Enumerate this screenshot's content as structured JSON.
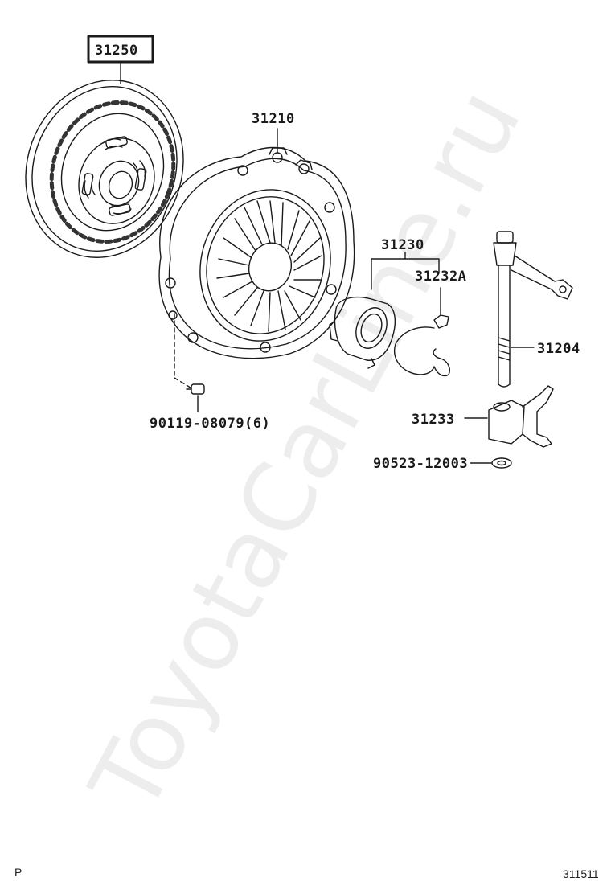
{
  "parts": {
    "clutch_disc": "31250",
    "clutch_cover": "31210",
    "release_bearing_assy": "31230",
    "bearing_clip": "31232A",
    "release_shaft": "31204",
    "release_fork": "31233",
    "cover_bolt": "90119-08079(6)",
    "washer": "90523-12003"
  },
  "footer": {
    "left_mark": "P",
    "diagram_code": "311511"
  },
  "watermark": "ToyotaCarLine.ru",
  "colors": {
    "line": "#1a1a1a",
    "background": "#ffffff"
  }
}
